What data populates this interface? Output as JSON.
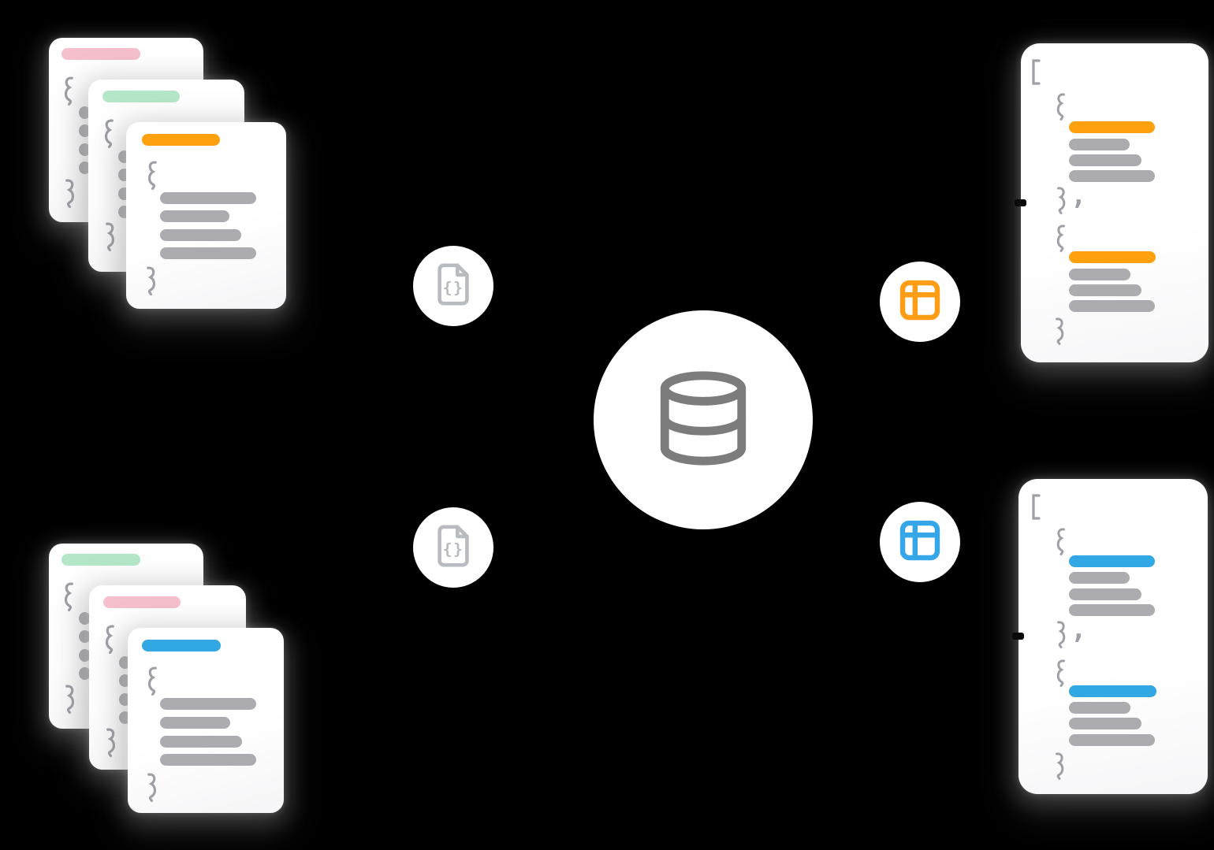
{
  "diagram": {
    "background": "#000000",
    "palette": {
      "card_bg": "#ffffff",
      "pink": "#f5bfcb",
      "mint_green": "#b3e7c7",
      "orange": "#ffa00f",
      "sky_blue": "#31a7e4",
      "table_icon_orange": "#ff9e16",
      "table_icon_blue": "#35a7e8",
      "text_line_gray": "#acacb0",
      "glyph_gray": "#9da0a6",
      "file_icon_gray": "#b8bbbf",
      "database_icon_gray": "#7c7c7c",
      "notch_black": "#0a0a0a"
    },
    "glyphs": {
      "array_open_bracket": "[",
      "comma": ",",
      "curly_braces_pair": "{}"
    },
    "icons": {
      "json_file": "file-with-curly-braces-glyph",
      "database": "database-cylinder-glyph",
      "table": "table-grid-glyph",
      "curly_brace": "squiggly-brace-glyph",
      "square_bracket": "open-square-bracket-glyph",
      "content_dot": "ellipsis-dot",
      "text_line": "redacted-text-bar"
    },
    "source_stacks": [
      {
        "id": "top-left",
        "documents": [
          {
            "header_color_key": "pink",
            "body": "dots"
          },
          {
            "header_color_key": "mint_green",
            "body": "dots"
          },
          {
            "header_color_key": "orange",
            "body": "text_lines",
            "text_lines": 4
          }
        ]
      },
      {
        "id": "bottom-left",
        "documents": [
          {
            "header_color_key": "mint_green",
            "body": "dots"
          },
          {
            "header_color_key": "pink",
            "body": "dots"
          },
          {
            "header_color_key": "sky_blue",
            "body": "text_lines",
            "text_lines": 4
          }
        ]
      }
    ],
    "flow_nodes": [
      {
        "id": "json-file-badge-top",
        "icon": "json_file"
      },
      {
        "id": "json-file-badge-bottom",
        "icon": "json_file"
      },
      {
        "id": "database-node",
        "icon": "database"
      },
      {
        "id": "table-badge-top",
        "icon": "table",
        "accent_key": "table_icon_orange"
      },
      {
        "id": "table-badge-bottom",
        "icon": "table",
        "accent_key": "table_icon_blue"
      }
    ],
    "output_cards": [
      {
        "id": "top-right",
        "accent_key": "orange",
        "records": 2,
        "gray_lines_per_record": 3
      },
      {
        "id": "bottom-right",
        "accent_key": "sky_blue",
        "records": 2,
        "gray_lines_per_record": 3
      }
    ]
  }
}
